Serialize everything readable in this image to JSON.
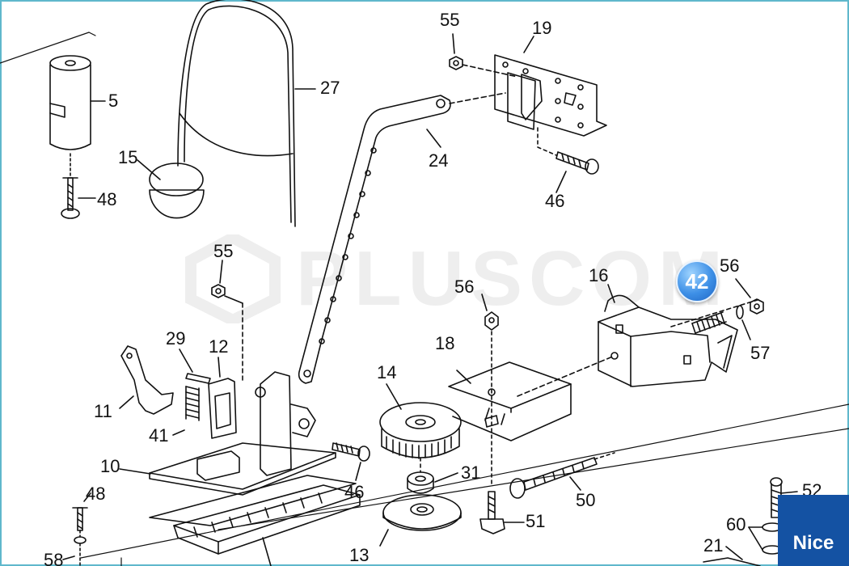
{
  "diagram": {
    "part_labels": {
      "p5": "5",
      "p15": "15",
      "p27": "27",
      "p48a": "48",
      "p55a": "55",
      "p19": "19",
      "p24": "24",
      "p46a": "46",
      "p55b": "55",
      "p29": "29",
      "p12": "12",
      "p11": "11",
      "p41": "41",
      "p10": "10",
      "p14": "14",
      "p18": "18",
      "p56a": "56",
      "p16": "16",
      "p56b": "56",
      "p57": "57",
      "p31": "31",
      "p46b": "46",
      "p50": "50",
      "p48b": "48",
      "p51": "51",
      "p13": "13",
      "p58": "58",
      "p52": "52",
      "p60": "60",
      "p21": "21"
    },
    "highlighted_part": "42",
    "highlight_color": "#3d8fe6",
    "watermark": "PLUSCOM",
    "brand": "Nice",
    "brand_color": "#1452a3",
    "frame_color": "#5fb8cc"
  }
}
